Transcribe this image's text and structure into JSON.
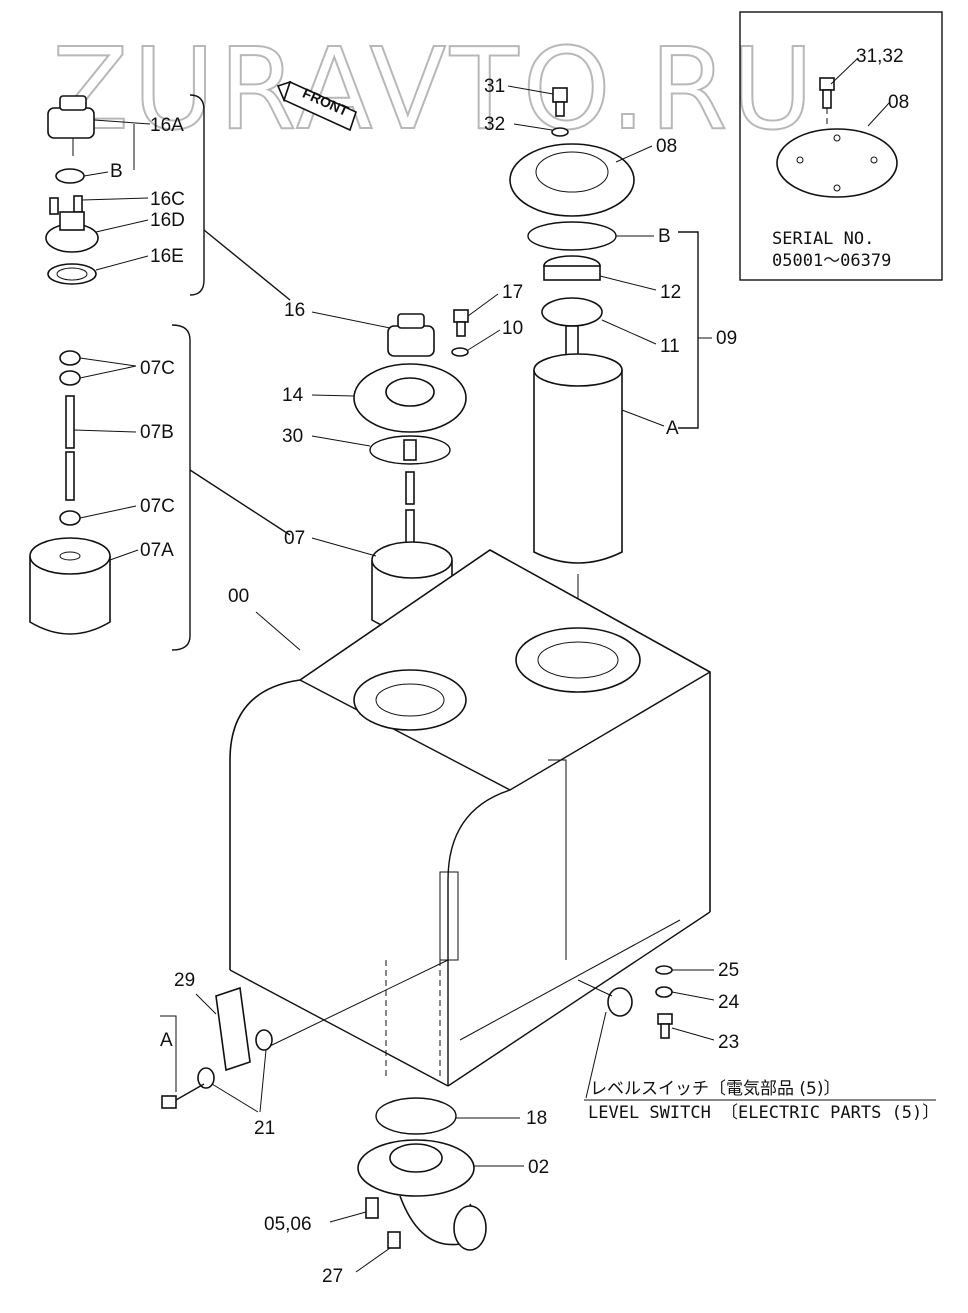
{
  "watermark": "ZURAVTO.RU",
  "front_tag": "FRONT",
  "inset": {
    "part_label_bolt": "31,32",
    "part_label_cover": "08",
    "serial_title": "SERIAL  NO.",
    "serial_range": "05001～06379"
  },
  "level_switch": {
    "jp": "レベルスイッチ〔電気部品 (5)〕",
    "en": "LEVEL  SWITCH 〔ELECTRIC  PARTS (5)〕"
  },
  "labels": {
    "p16A": "16A",
    "pB1": "B",
    "p16C": "16C",
    "p16D": "16D",
    "p16E": "16E",
    "p16": "16",
    "p17": "17",
    "p10": "10",
    "p14": "14",
    "p30": "30",
    "p07C_top": "07C",
    "p07B": "07B",
    "p07C_bot": "07C",
    "p07A": "07A",
    "p07": "07",
    "p00": "00",
    "p31": "31",
    "p32": "32",
    "p08": "08",
    "pB2": "B",
    "p12": "12",
    "p11": "11",
    "p09": "09",
    "pA1": "A",
    "p25": "25",
    "p24": "24",
    "p23": "23",
    "p29": "29",
    "pA2": "A",
    "p21": "21",
    "p18": "18",
    "p02": "02",
    "p0506": "05,06",
    "p27": "27"
  }
}
